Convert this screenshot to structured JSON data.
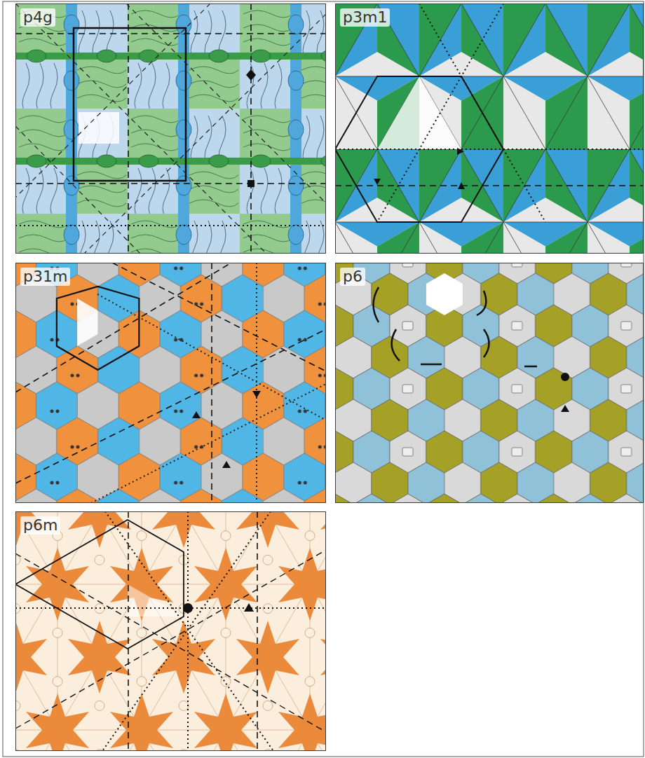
{
  "diagram": {
    "nodes": [
      {
        "text": [
          "p4g"
        ]
      },
      {
        "text": [
          "p3m1"
        ]
      },
      {
        "text": [
          "p31m"
        ]
      },
      {
        "text": [
          "p6"
        ]
      },
      {
        "text": [
          "p6m"
        ]
      }
    ]
  }
}
